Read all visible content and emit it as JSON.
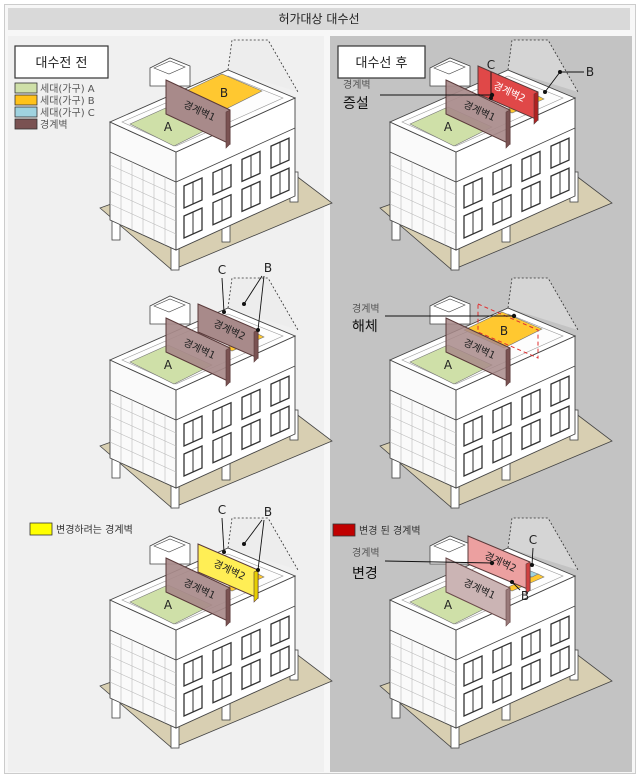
{
  "title": "허가대상 대수선",
  "before": {
    "label": "대수전 전",
    "legend": [
      {
        "label": "세대(가구) A",
        "color": "#cfe0a8"
      },
      {
        "label": "세대(가구) B",
        "color": "#ffc21a"
      },
      {
        "label": "세대(가구) C",
        "color": "#9fd3e0"
      },
      {
        "label": "경계벽",
        "color": "#7a5252"
      }
    ],
    "change_legend": {
      "label": "변경하려는 경계벽",
      "color": "#ffff00"
    }
  },
  "after": {
    "label": "대수선 후",
    "change_legend": {
      "label": "변경 된 경계벽",
      "color": "#c00000"
    },
    "annotations": [
      {
        "small": "경계벽",
        "big": "증설"
      },
      {
        "small": "경계벽",
        "big": "해체"
      },
      {
        "small": "경계벽",
        "big": "변경"
      }
    ]
  },
  "labels": {
    "A": "A",
    "B": "B",
    "C": "C",
    "wall1": "경계벽1",
    "wall2": "경계벽2"
  }
}
